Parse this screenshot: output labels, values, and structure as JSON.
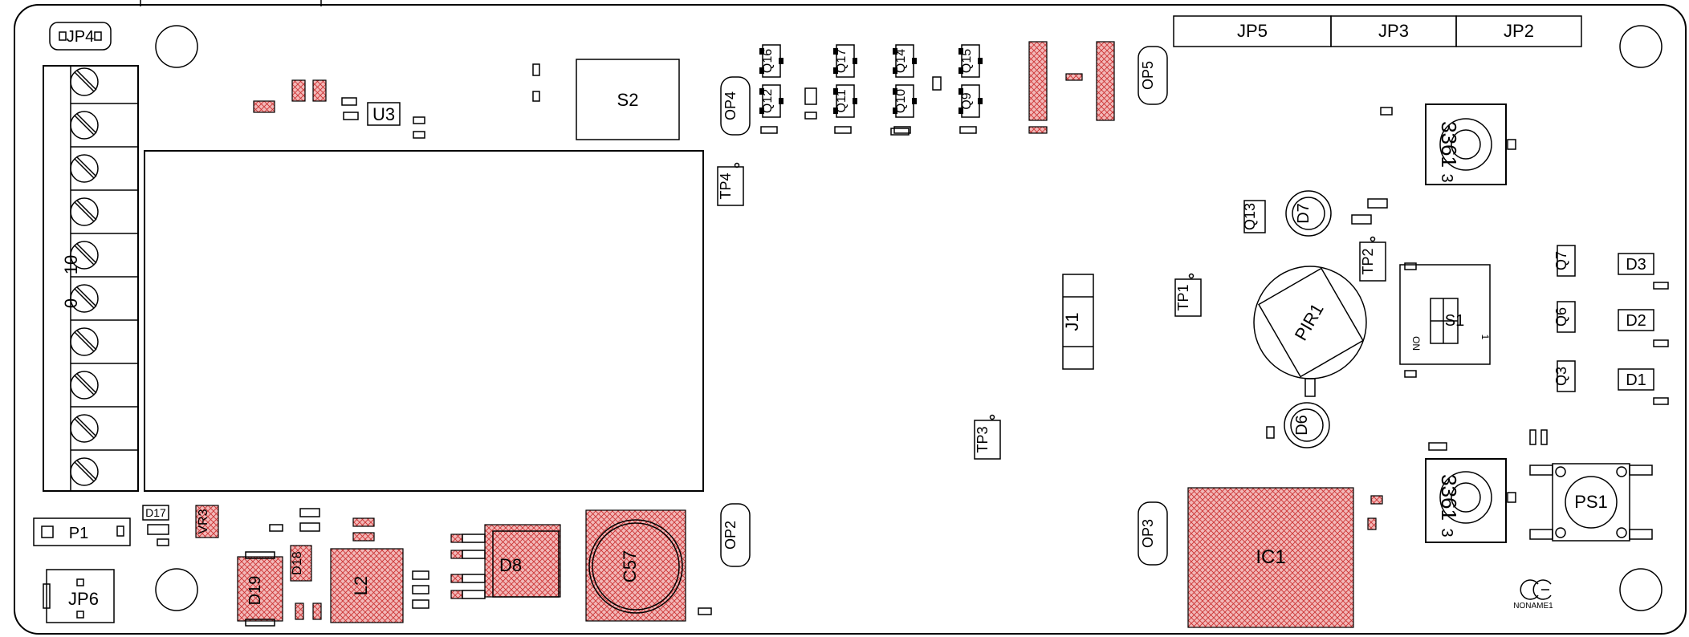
{
  "board": {
    "accent_hatch_color": "#cc3333",
    "fill_color": "#f2b8b8"
  },
  "labels": {
    "jp4": "JP4",
    "jp5": "JP5",
    "jp3": "JP3",
    "jp2": "JP2",
    "s2": "S2",
    "u3": "U3",
    "tp1": "TP1",
    "tp2": "TP2",
    "tp3": "TP3",
    "tp4": "TP4",
    "j1": "J1",
    "pir1": "PIR1",
    "s1": "S1",
    "s1_on": "ON",
    "s1_one": "1",
    "d1": "D1",
    "d2": "D2",
    "d3": "D3",
    "d6": "D6",
    "d7": "D7",
    "q3": "Q3",
    "q6": "Q6",
    "q7": "Q7",
    "q13": "Q13",
    "q12": "Q12",
    "q16": "Q16",
    "q11": "Q11",
    "q17": "Q17",
    "q10": "Q10",
    "q14": "Q14",
    "q9": "Q9",
    "q15": "Q15",
    "p1": "P1",
    "jp6": "JP6",
    "d17": "D17",
    "vr3": "VR3",
    "d19": "D19",
    "d18": "D18",
    "l2": "L2",
    "d8": "D8",
    "c57": "C57",
    "ic1": "IC1",
    "ps1": "PS1",
    "noname": "NONAME1",
    "pot_code": "3361",
    "pot_pin": "3",
    "op2": "OP2",
    "op3": "OP3",
    "op4": "OP4",
    "op5": "OP5",
    "terminal_marks": [
      "10",
      "0"
    ]
  }
}
